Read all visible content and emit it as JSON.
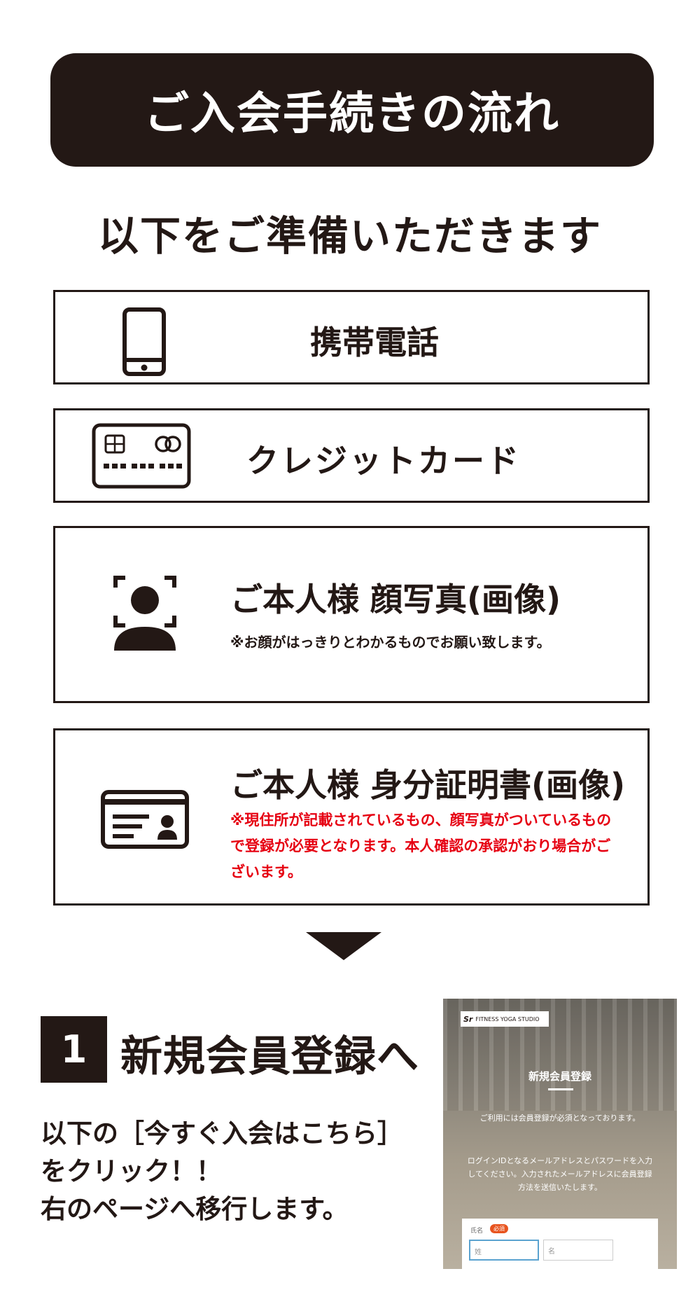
{
  "header": {
    "title": "ご入会手続きの流れ"
  },
  "subtitle": "以下をご準備いただきます",
  "items": [
    {
      "label": "携帯電話",
      "icon": "smartphone-icon"
    },
    {
      "label": "クレジットカード",
      "icon": "credit-card-icon"
    },
    {
      "label": "ご本人様 顔写真(画像)",
      "note": "※お顔がはっきりとわかるものでお願い致します。",
      "icon": "face-photo-icon"
    },
    {
      "label": "ご本人様 身分証明書(画像)",
      "note": "※現住所が記載されているもの、顔写真がついているもので登録が必要となります。本人確認の承認がおり場合がございます。",
      "icon": "id-card-icon"
    }
  ],
  "step": {
    "number": "1",
    "title": "新規会員登録へ",
    "desc_lines": [
      "以下の［今すぐ入会はこちら］",
      "をクリック！！",
      "右のページへ移行します。"
    ]
  },
  "thumbnail": {
    "logo_script": "Sr",
    "logo_text": "FITNESS YOGA STUDIO",
    "title": "新規会員登録",
    "para1": "ご利用には会員登録が必須となっております。",
    "para2": "ログインIDとなるメールアドレスとパスワードを入力してください。入力されたメールアドレスに会員登録方法を送信いたします。",
    "field_label": "氏名",
    "required_badge": "必須",
    "placeholder_last": "姓",
    "placeholder_first": "名"
  },
  "colors": {
    "dark": "#231815",
    "red": "#e60012",
    "badge": "#e8541f"
  }
}
